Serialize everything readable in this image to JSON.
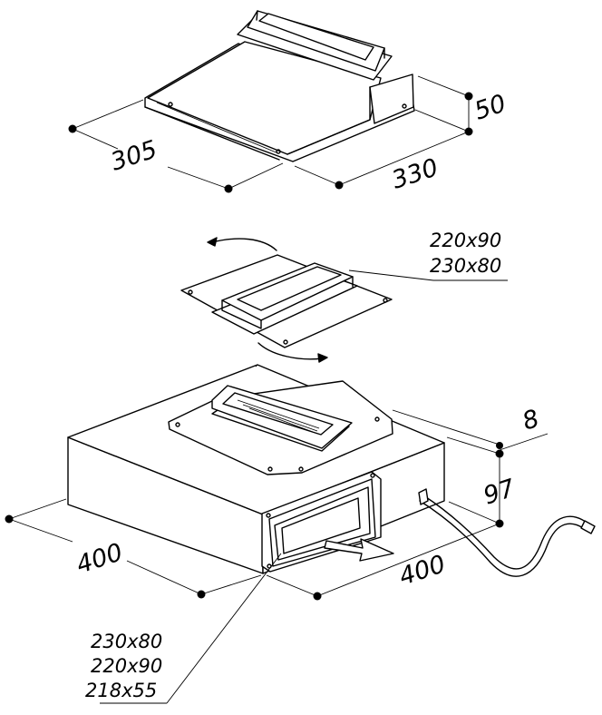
{
  "top_unit": {
    "width_label": "305",
    "depth_label": "330",
    "height_label": "50"
  },
  "adapter": {
    "size_a": "220x90",
    "size_b": "230x80"
  },
  "main_box": {
    "width_label": "400",
    "depth_label": "400",
    "offset_label": "8",
    "height_label": "97",
    "outlet_a": "230x80",
    "outlet_b": "220x90",
    "outlet_c": "218x55"
  }
}
